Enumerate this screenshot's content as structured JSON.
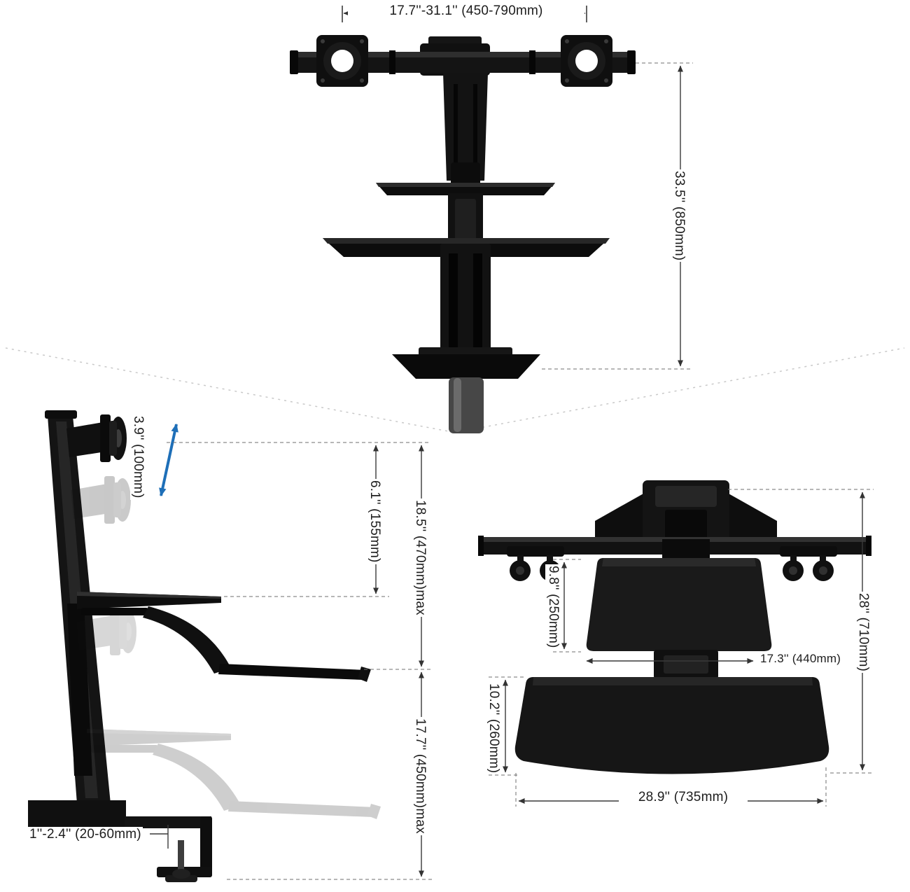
{
  "diagram": {
    "front": {
      "width": "17.7''-31.1'' (450-790mm)",
      "height": "33.5'' (850mm)"
    },
    "side": {
      "monitor_travel": "3.9'' (100mm)",
      "monitor_to_shelf": "6.1'' (155mm)",
      "shelf_lift_max": "18.5'' (470mm)max",
      "tray_lift_max": "17.7'' (450mm)max",
      "clamp_range": "1''-2.4'' (20-60mm)"
    },
    "top": {
      "surface_depth": "9.8'' (250mm)",
      "surface_width": "17.3'' (440mm)",
      "overall_depth": "28'' (710mm)",
      "tray_depth": "10.2'' (260mm)",
      "tray_width": "28.9'' (735mm)"
    }
  },
  "colors": {
    "background": "#ffffff",
    "product": "#141414",
    "ghost": "#c9c9c9",
    "dimension_line": "#3a3a3a",
    "accent_arrow": "#1e6fb8"
  }
}
